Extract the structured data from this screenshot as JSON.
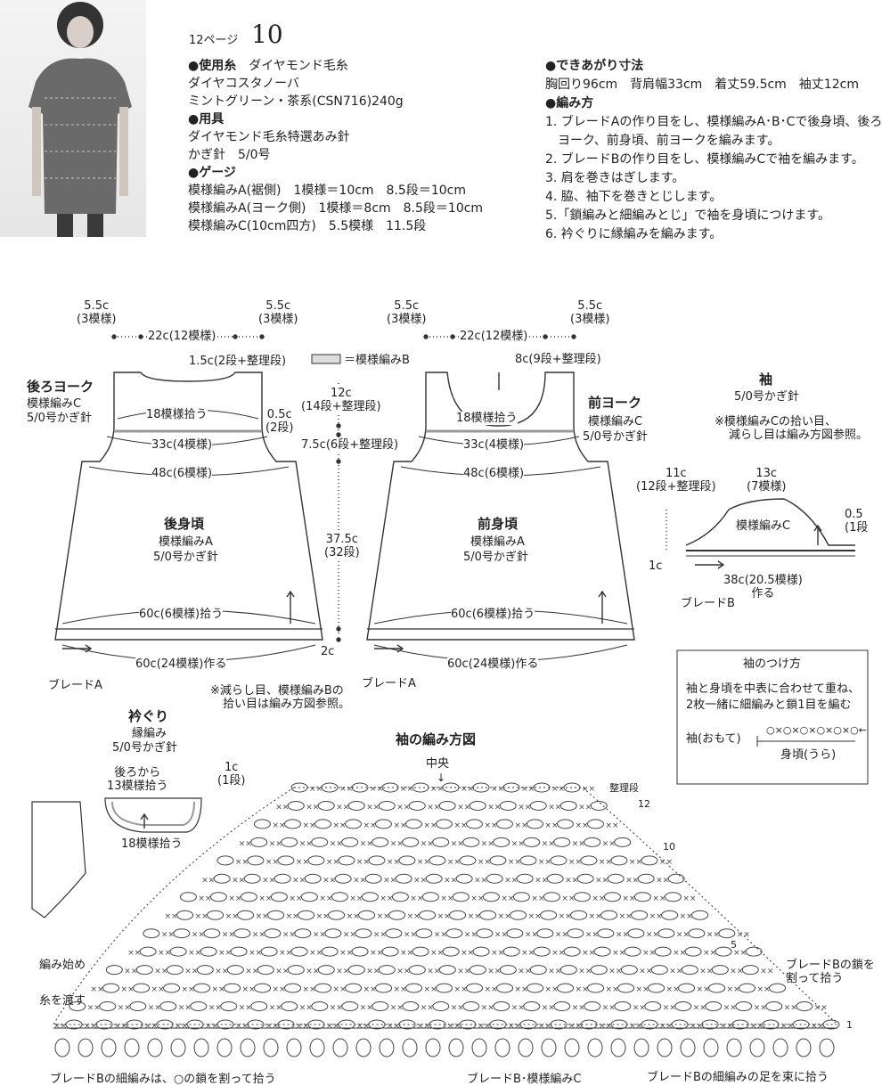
{
  "header": {
    "page_ref": "12ページ",
    "number": "10"
  },
  "materials": {
    "yarn_label": "●使用糸",
    "yarn_brand": "ダイヤモンド毛糸",
    "yarn_name": "ダイヤコスタノーバ",
    "yarn_color": "ミントグリーン・茶系(CSN716)240g",
    "tools_label": "●用具",
    "tools_line1": "ダイヤモンド毛糸特選あみ針",
    "tools_line2": "かぎ針　5/0号",
    "gauge_label": "●ゲージ",
    "gauge_line1": "模様編みA(裾側)　1模様＝10cm　8.5段＝10cm",
    "gauge_line2": "模様編みA(ヨーク側)　1模様＝8cm　8.5段＝10cm",
    "gauge_line3": "模様編みC(10cm四方)　5.5模様　11.5段"
  },
  "finished": {
    "label": "●できあがり寸法",
    "line": "胸回り96cm　背肩幅33cm　着丈59.5cm　袖丈12cm"
  },
  "method": {
    "label": "●編み方",
    "steps": [
      "1. ブレードAの作り目をし、模様編みA･B･Cで後身頃、後ろ",
      "ヨーク、前身頃、前ヨークを編みます。",
      "2. ブレードBの作り目をし、模様編みCで袖を編みます。",
      "3. 肩を巻きはぎします。",
      "4. 脇、袖下を巻きとじします。",
      "5.「鎖編みと細編みとじ」で袖を身頃につけます。",
      "6. 衿ぐりに縁編みを編みます。"
    ]
  },
  "back": {
    "shoulder_l": "5.5c",
    "shoulder_l_sub": "(3模様)",
    "shoulder_r": "5.5c",
    "shoulder_r_sub": "(3模様)",
    "neck_width": "22c(12模様)",
    "neck_depth": "1.5c(2段+整理段)",
    "yoke_title": "後ろヨーク",
    "yoke_pattern": "模様編みC",
    "yoke_hook": "5/0号かぎ針",
    "pickup18": "18模様拾う",
    "yoke_bottom": "33c(4模様)",
    "body_top": "48c(6模様)",
    "body_title": "後身頃",
    "body_pattern": "模様編みA",
    "body_hook": "5/0号かぎ針",
    "hem_pickup": "60c(6模様)拾う",
    "hem_make": "60c(24模様)作る",
    "braid": "ブレードA"
  },
  "center_dims": {
    "yoke_h": "12c",
    "yoke_h_sub": "(14段+整理段)",
    "bband": "0.5c",
    "bband_sub": "(2段)",
    "armhole": "7.5c(6段+整理段)",
    "body_h": "37.5c",
    "body_h_sub": "(32段)",
    "braid_h": "2c",
    "legend": "＝模様編みB"
  },
  "front": {
    "shoulder_l": "5.5c",
    "shoulder_l_sub": "(3模様)",
    "shoulder_r": "5.5c",
    "shoulder_r_sub": "(3模様)",
    "neck_width": "22c(12模様)",
    "neck_depth": "8c(9段+整理段)",
    "yoke_title": "前ヨーク",
    "yoke_pattern": "模様編みC",
    "yoke_hook": "5/0号かぎ針",
    "pickup18": "18模様拾う",
    "yoke_bottom": "33c(4模様)",
    "body_top": "48c(6模様)",
    "body_title": "前身頃",
    "body_pattern": "模様編みA",
    "body_hook": "5/0号かぎ針",
    "hem_pickup": "60c(6模様)拾う",
    "hem_make": "60c(24模様)作る",
    "braid": "ブレードA"
  },
  "note_decrease": {
    "line1": "※減らし目、模様編みBの",
    "line2": "拾い目は編み方図参照。"
  },
  "sleeve": {
    "title": "袖",
    "hook": "5/0号かぎ針",
    "note1": "※模様編みCの拾い目、",
    "note2": "減らし目は編み方図参照。",
    "height": "11c",
    "height_sub": "(12段+整理段)",
    "top": "13c",
    "top_sub": "(7模様)",
    "pattern": "模様編みC",
    "right_val": "0.5",
    "right_sub": "(1段",
    "braid_h": "1c",
    "width": "38c(20.5模様)",
    "width_sub": "作る",
    "braid": "ブレードB"
  },
  "attach_box": {
    "title": "袖のつけ方",
    "line1": "袖と身頃を中表に合わせて重ね、",
    "line2": "2枚一緒に細編みと鎖1目を編む",
    "sleeve_label": "袖(おもて)",
    "body_label": "身頃(うら)"
  },
  "neckline": {
    "title": "衿ぐり",
    "pattern": "縁編み",
    "hook": "5/0号かぎ針",
    "back_pick1": "後ろから",
    "back_pick2": "13模様拾う",
    "side": "1c",
    "side_sub": "(1段)",
    "front_pick": "18模様拾う"
  },
  "chart": {
    "title": "袖の編み方図",
    "center": "中央",
    "row_adjust": "整理段",
    "row12": "12",
    "row10": "10",
    "row5": "5",
    "row1": "1",
    "start": "編み始め",
    "pass_yarn": "糸を渡す",
    "braid_note1": "ブレードBの鎖を",
    "braid_note2": "割って拾う",
    "bottom_left": "ブレードBの細編みは、○の鎖を割って拾う",
    "bottom_mid": "ブレードB･模様編みC",
    "bottom_right": "ブレードBの細編みの足を束に拾う"
  }
}
